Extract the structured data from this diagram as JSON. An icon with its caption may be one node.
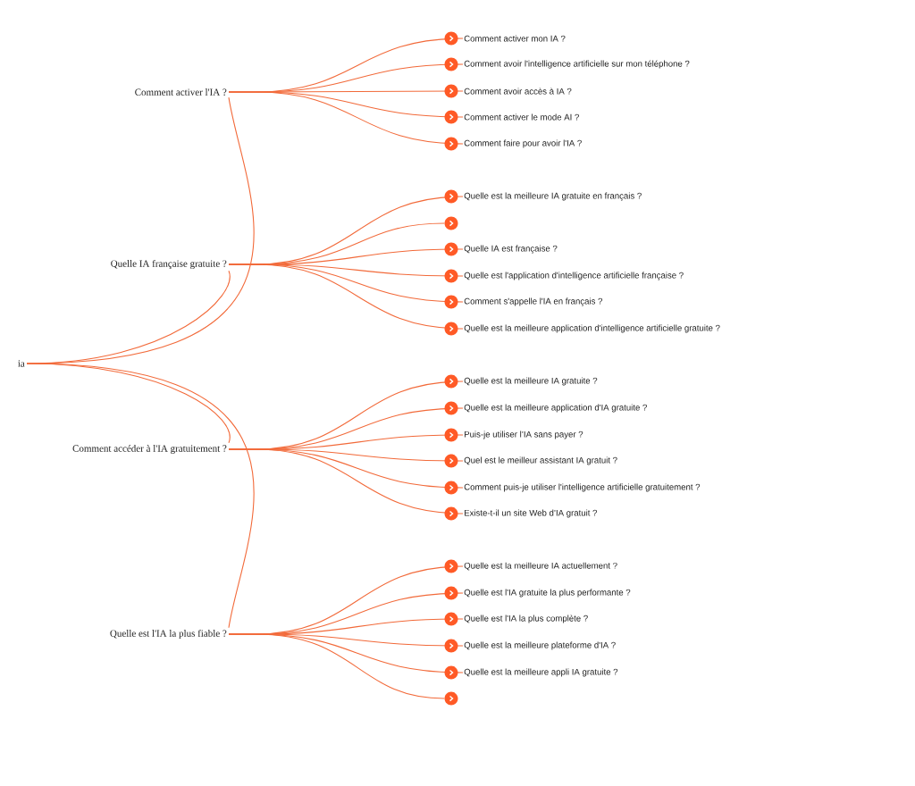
{
  "diagram": {
    "nodes": [
      {
        "text": [
          "ia"
        ]
      },
      {
        "text": [
          "Comment activer l'IA ?"
        ]
      },
      {
        "text": [
          "Comment activer mon IA ?"
        ]
      },
      {
        "text": [
          "Comment avoir l'intelligence artificielle sur mon téléphone ?"
        ]
      },
      {
        "text": [
          "Comment avoir accès à IA ?"
        ]
      },
      {
        "text": [
          "Comment activer le mode AI ?"
        ]
      },
      {
        "text": [
          "Comment faire pour avoir l'IA ?"
        ]
      },
      {
        "text": [
          "Quelle IA française gratuite ?"
        ]
      },
      {
        "text": [
          "Quelle est la meilleure IA gratuite en français ?"
        ]
      },
      {
        "text": [],
        "shape": "circle"
      },
      {
        "text": [
          "Quelle IA est française ?"
        ]
      },
      {
        "text": [
          "Quelle est l'application d'intelligence artificielle française ?"
        ]
      },
      {
        "text": [
          "Comment s'appelle l'IA en français ?"
        ]
      },
      {
        "text": [
          "Quelle est la meilleure application d'intelligence artificielle gratuite ?"
        ]
      },
      {
        "text": [
          "Comment accéder à l'IA gratuitement ?"
        ]
      },
      {
        "text": [
          "Quelle est la meilleure IA gratuite ?"
        ]
      },
      {
        "text": [
          "Quelle est la meilleure application d'IA gratuite ?"
        ]
      },
      {
        "text": [
          "Puis-je utiliser l’IA sans payer ?"
        ]
      },
      {
        "text": [
          "Quel est le meilleur assistant IA gratuit ?"
        ]
      },
      {
        "text": [
          "Comment puis-je utiliser l'intelligence artificielle gratuitement ?"
        ]
      },
      {
        "text": [
          "Existe-t-il un site Web d’IA gratuit ?"
        ]
      },
      {
        "text": [
          "Quelle est l'IA la plus fiable ?"
        ]
      },
      {
        "text": [
          "Quelle est la meilleure IA actuellement ?"
        ]
      },
      {
        "text": [
          "Quelle est l'IA gratuite la plus performante ?"
        ]
      },
      {
        "text": [
          "Quelle est l'IA la plus complète ?"
        ]
      },
      {
        "text": [
          "Quelle est la meilleure plateforme d'IA ?"
        ]
      },
      {
        "text": [
          "Quelle est la meilleure appli IA gratuite ?"
        ]
      },
      {
        "text": [],
        "shape": "circle"
      }
    ],
    "edges": [
      {
        "from": 0,
        "to": 1,
        "arrow": "none"
      },
      {
        "from": 0,
        "to": 7,
        "arrow": "none"
      },
      {
        "from": 0,
        "to": 14,
        "arrow": "none"
      },
      {
        "from": 0,
        "to": 21,
        "arrow": "none"
      },
      {
        "from": 1,
        "to": 2,
        "arrow": "none"
      },
      {
        "from": 1,
        "to": 3,
        "arrow": "none"
      },
      {
        "from": 1,
        "to": 4,
        "arrow": "none"
      },
      {
        "from": 1,
        "to": 5,
        "arrow": "none"
      },
      {
        "from": 1,
        "to": 6,
        "arrow": "none"
      },
      {
        "from": 7,
        "to": 8,
        "arrow": "none"
      },
      {
        "from": 7,
        "to": 9,
        "arrow": "none"
      },
      {
        "from": 7,
        "to": 10,
        "arrow": "none"
      },
      {
        "from": 7,
        "to": 11,
        "arrow": "none"
      },
      {
        "from": 7,
        "to": 12,
        "arrow": "none"
      },
      {
        "from": 7,
        "to": 13,
        "arrow": "none"
      },
      {
        "from": 14,
        "to": 15,
        "arrow": "none"
      },
      {
        "from": 14,
        "to": 16,
        "arrow": "none"
      },
      {
        "from": 14,
        "to": 17,
        "arrow": "none"
      },
      {
        "from": 14,
        "to": 18,
        "arrow": "none"
      },
      {
        "from": 14,
        "to": 19,
        "arrow": "none"
      },
      {
        "from": 14,
        "to": 20,
        "arrow": "none"
      },
      {
        "from": 21,
        "to": 22,
        "arrow": "none"
      },
      {
        "from": 21,
        "to": 23,
        "arrow": "none"
      },
      {
        "from": 21,
        "to": 24,
        "arrow": "none"
      },
      {
        "from": 21,
        "to": 25,
        "arrow": "none"
      },
      {
        "from": 21,
        "to": 26,
        "arrow": "none"
      },
      {
        "from": 21,
        "to": 27,
        "arrow": "none"
      }
    ]
  }
}
